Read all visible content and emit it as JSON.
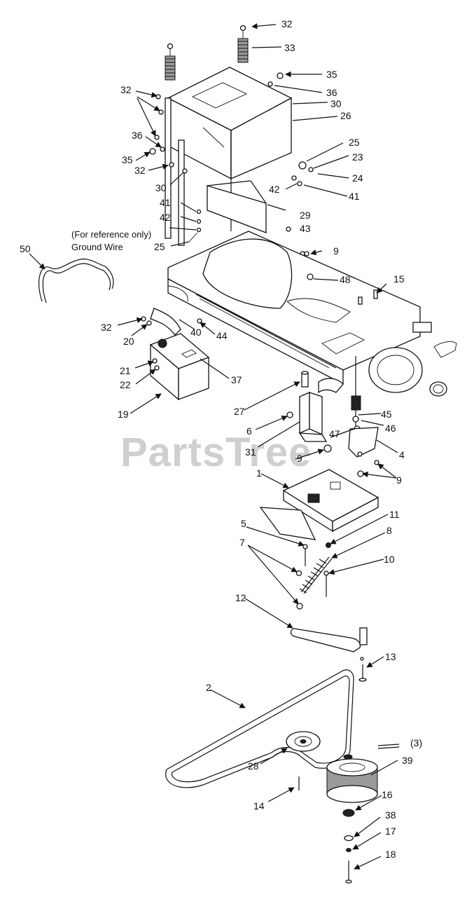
{
  "watermark": "PartsTree",
  "notes": {
    "ground_wire_ref": "(For reference only)",
    "ground_wire": "Ground Wire"
  },
  "callouts": {
    "c1": "1",
    "c2": "2",
    "c3": "(3)",
    "c4": "4",
    "c5": "5",
    "c6": "6",
    "c7": "7",
    "c8": "8",
    "c9a": "9",
    "c9b": "9",
    "c9c": "9",
    "c10": "10",
    "c11": "11",
    "c12": "12",
    "c13": "13",
    "c14": "14",
    "c15": "15",
    "c16": "16",
    "c17": "17",
    "c18": "18",
    "c19": "19",
    "c20": "20",
    "c21": "21",
    "c22": "22",
    "c23": "23",
    "c24": "24",
    "c25a": "25",
    "c25b": "25",
    "c26": "26",
    "c27": "27",
    "c28": "28",
    "c29": "29",
    "c30a": "30",
    "c30b": "30",
    "c31": "31",
    "c32a": "32",
    "c32b": "32",
    "c32c": "32",
    "c32d": "32",
    "c33": "33",
    "c35a": "35",
    "c35b": "35",
    "c36a": "36",
    "c36b": "36",
    "c37": "37",
    "c38": "38",
    "c39": "39",
    "c40": "40",
    "c41a": "41",
    "c41b": "41",
    "c42a": "42",
    "c42b": "42",
    "c43": "43",
    "c44": "44",
    "c45": "45",
    "c46": "46",
    "c47": "47",
    "c48": "48",
    "c50": "50"
  }
}
